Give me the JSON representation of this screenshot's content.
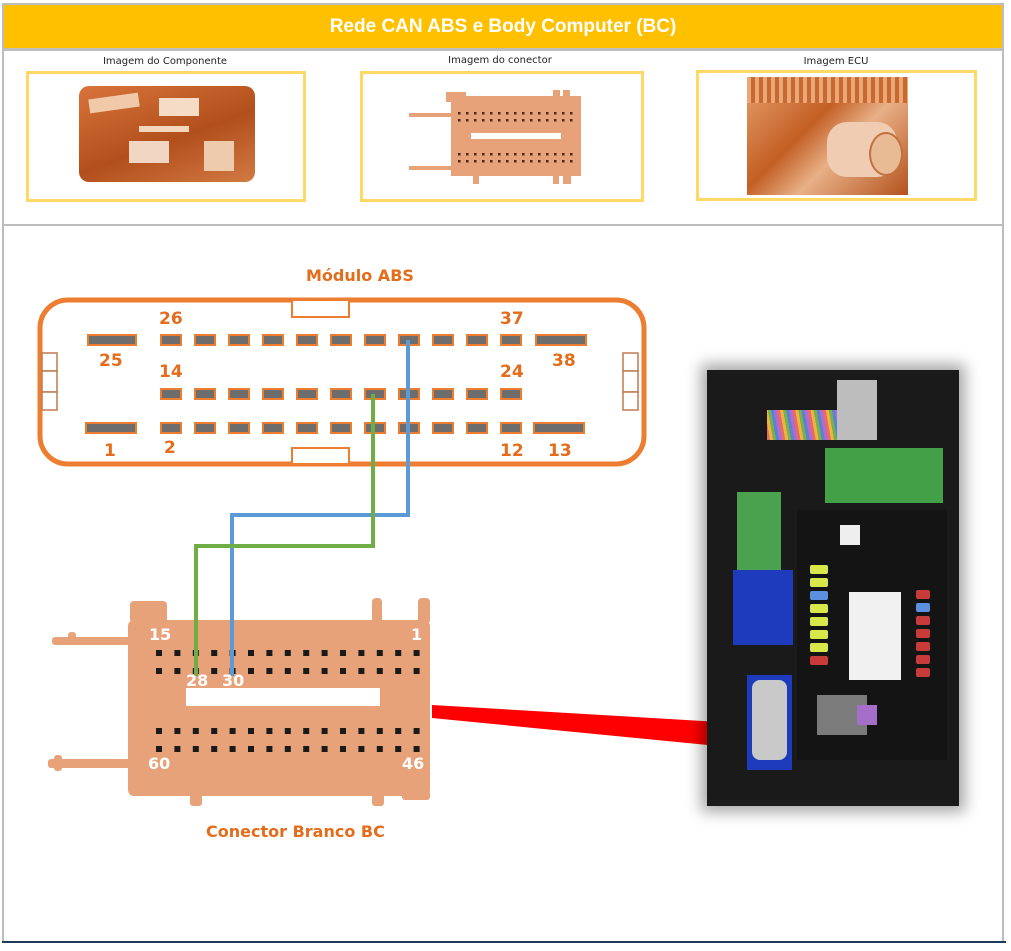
{
  "header": {
    "title": "Rede CAN ABS e Body Computer (BC)",
    "background": "#ffc000"
  },
  "panels": [
    {
      "label": "Imagem do Componente",
      "image": "component-photo"
    },
    {
      "label": "Imagem do conector",
      "image": "connector-photo"
    },
    {
      "label": "Imagem ECU",
      "image": "ecu-photo"
    }
  ],
  "abs_module": {
    "title": "Módulo ABS",
    "pin_labels": {
      "p26": "26",
      "p37": "37",
      "p25": "25",
      "p38": "38",
      "p14": "14",
      "p24": "24",
      "p1": "1",
      "p2": "2",
      "p12": "12",
      "p13": "13"
    },
    "rows": {
      "top_small_pins": 11,
      "middle_small_pins": 11,
      "bottom_small_pins": 11
    },
    "outline_color": "#ed7d31",
    "pin_color": "#6d6d6d"
  },
  "bc_connector": {
    "title": "Conector Branco BC",
    "pin_labels": {
      "p15": "15",
      "p1": "1",
      "p28": "28",
      "p30": "30",
      "p60": "60",
      "p46": "46"
    },
    "holes_per_row": 15,
    "rows": 4,
    "body_color": "#e8a27a"
  },
  "wires": [
    {
      "name": "can-high-wire",
      "color": "#5b9bd5",
      "from": "ABS top row pin (8th small)",
      "to": "BC pin 30"
    },
    {
      "name": "can-low-wire",
      "color": "#70ad47",
      "from": "ABS middle row pin (7th small)",
      "to": "BC pin 28"
    }
  ],
  "arrow": {
    "color": "#ff0000"
  },
  "photo": {
    "subject": "body-computer-fuse-box-photo"
  }
}
